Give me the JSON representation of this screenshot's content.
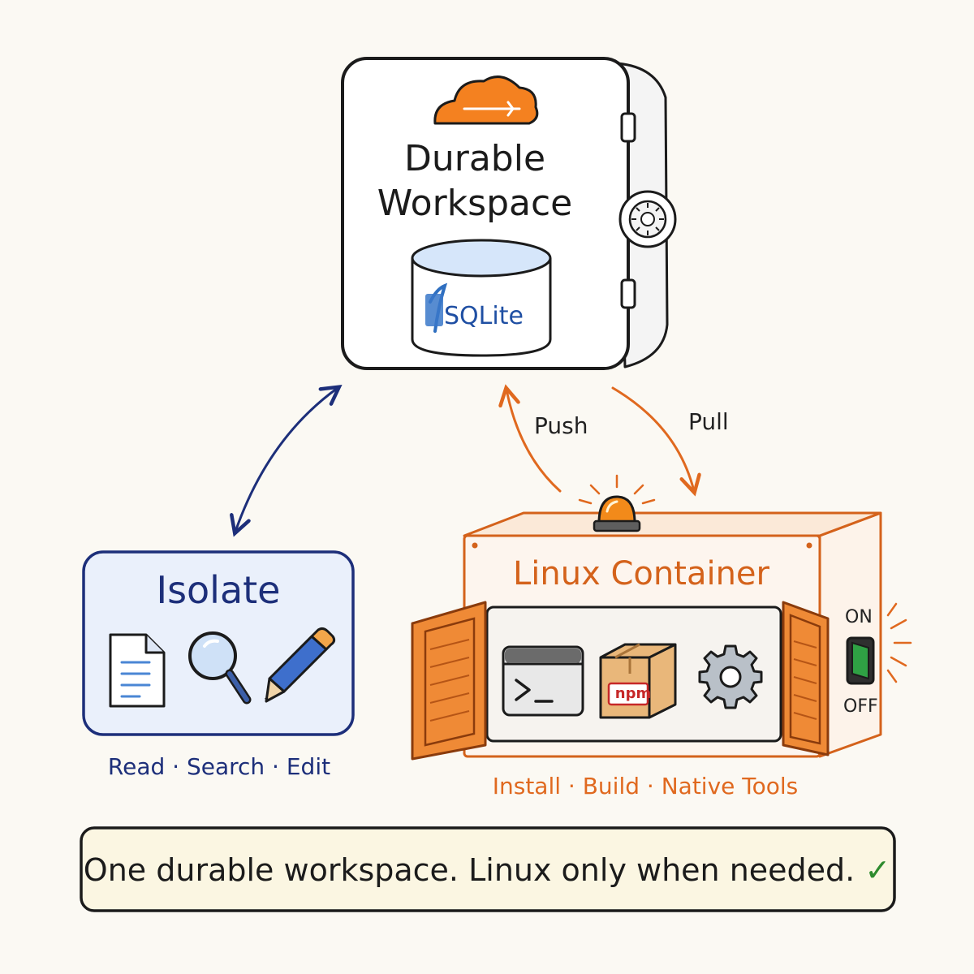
{
  "durable_workspace": {
    "title_line1": "Durable",
    "title_line2": "Workspace",
    "database_label": "SQLite",
    "cloud_icon": "cloudflare-cloud-icon",
    "dial_icon": "safe-dial-icon"
  },
  "arrows": {
    "push_label": "Push",
    "pull_label": "Pull"
  },
  "isolate": {
    "title": "Isolate",
    "icons": [
      "document-icon",
      "magnifier-icon",
      "pencil-icon"
    ],
    "caption": "Read · Search · Edit"
  },
  "linux_container": {
    "title": "Linux Container",
    "icons": [
      "terminal-icon",
      "npm-package-icon",
      "gear-icon"
    ],
    "npm_label": "npm",
    "switch_on": "ON",
    "switch_off": "OFF",
    "caption": "Install · Build · Native Tools"
  },
  "banner": {
    "text": "One durable workspace. Linux only when needed.",
    "check": "✓"
  },
  "colors": {
    "cloudflare_orange": "#f48120",
    "isolate_blue": "#1d2f7a",
    "container_orange": "#d4621b",
    "banner_bg": "#fbf6e2"
  }
}
